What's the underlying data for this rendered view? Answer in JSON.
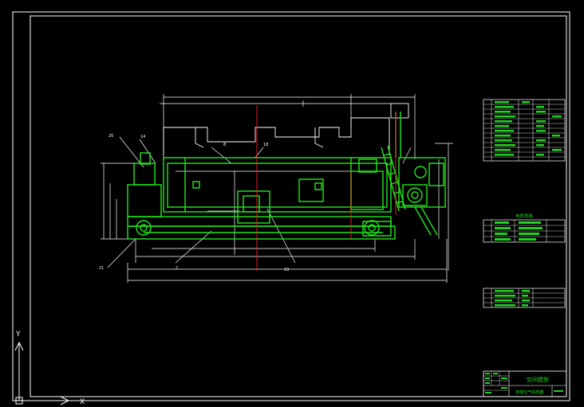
{
  "drawing": {
    "colors": {
      "background": "#000000",
      "frame": "#ffffff",
      "main_outline": "#22e81c",
      "dimension": "#ffffff",
      "centerline": "#ff2020",
      "title_text": "#ffff00",
      "table_line": "#ffffff",
      "table_fill": "#1fd21f"
    },
    "callouts": {
      "c1": "20",
      "c2": "14",
      "c3": "8",
      "c4": "18",
      "c5": "19",
      "c6": "2",
      "c7": "21"
    },
    "tables": {
      "mid_title": "电机规格",
      "title_block": "空间模型",
      "drawing_name": "转鼓空气加热器"
    },
    "ucs": {
      "y_label": "Y",
      "x_label": "X"
    }
  }
}
